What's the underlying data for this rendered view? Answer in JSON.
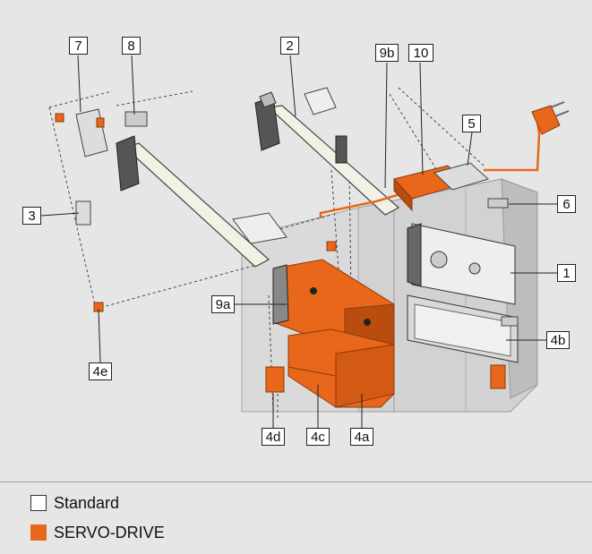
{
  "colors": {
    "background": "#e6e6e6",
    "servo": "#e8671a",
    "servo_dark": "#b94d10",
    "standard": "#ffffff",
    "part_gray": "#d9d9d9",
    "cabinet": "#d2d2d2"
  },
  "callouts": {
    "c1": "1",
    "c2": "2",
    "c3": "3",
    "c4a": "4a",
    "c4b": "4b",
    "c4c": "4c",
    "c4d": "4d",
    "c4e": "4e",
    "c5": "5",
    "c6": "6",
    "c7": "7",
    "c8": "8",
    "c9a": "9a",
    "c9b": "9b",
    "c10": "10"
  },
  "legend": {
    "standard": "Standard",
    "servo": "SERVO-DRIVE"
  }
}
